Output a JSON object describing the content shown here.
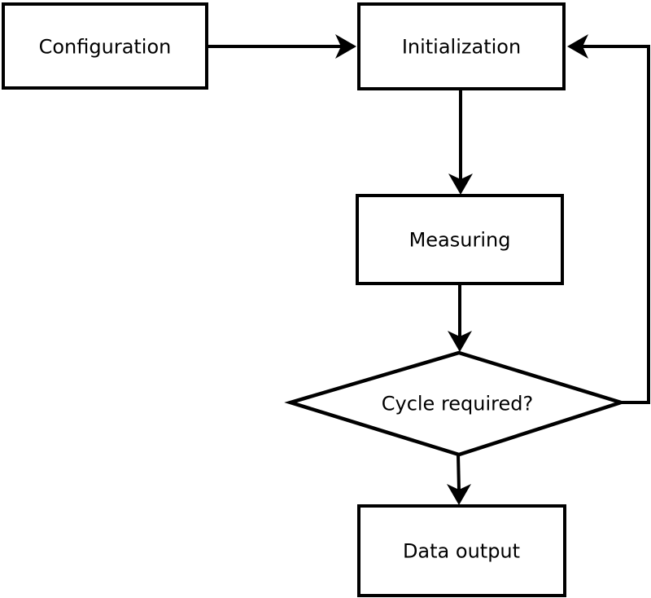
{
  "diagram": {
    "type": "flowchart",
    "colors": {
      "background": "#ffffff",
      "node_fill": "#ffffff",
      "stroke": "#000000",
      "text": "#000000"
    },
    "nodes": [
      {
        "id": "configuration",
        "shape": "rect",
        "label": "Configuration"
      },
      {
        "id": "initialization",
        "shape": "rect",
        "label": "Initialization"
      },
      {
        "id": "measuring",
        "shape": "rect",
        "label": "Measuring"
      },
      {
        "id": "cycle-required",
        "shape": "diamond",
        "label": "Cycle required?"
      },
      {
        "id": "data-output",
        "shape": "rect",
        "label": "Data output"
      }
    ],
    "edges": [
      {
        "from": "configuration",
        "to": "initialization"
      },
      {
        "from": "initialization",
        "to": "measuring"
      },
      {
        "from": "measuring",
        "to": "cycle-required"
      },
      {
        "from": "cycle-required",
        "to": "data-output"
      },
      {
        "from": "cycle-required",
        "to": "initialization",
        "note": "feedback loop"
      }
    ]
  }
}
